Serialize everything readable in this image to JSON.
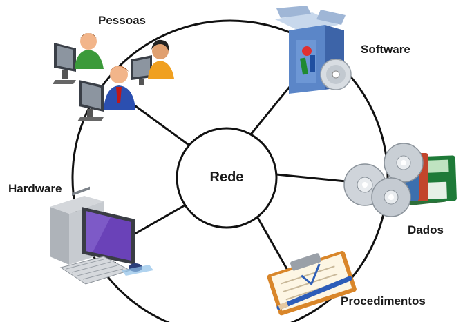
{
  "center": {
    "label": "Rede"
  },
  "nodes": {
    "pessoas": {
      "label": "Pessoas",
      "icon": "people-at-computers-icon"
    },
    "software": {
      "label": "Software",
      "icon": "software-box-icon"
    },
    "hardware": {
      "label": "Hardware",
      "icon": "desktop-computer-icon"
    },
    "dados": {
      "label": "Dados",
      "icon": "disks-and-floppies-icon"
    },
    "procedimentos": {
      "label": "Procedimentos",
      "icon": "clipboard-pen-icon"
    }
  },
  "colors": {
    "line": "#111111",
    "background": "#ffffff"
  }
}
